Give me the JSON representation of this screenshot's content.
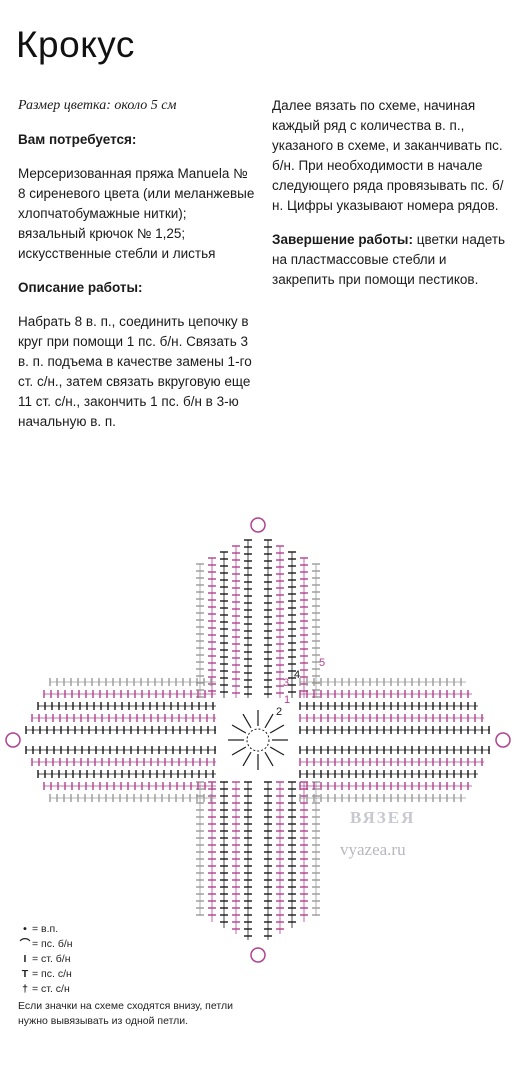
{
  "title": "Крокус",
  "size": "Размер цветка: около 5 см",
  "materials": {
    "heading": "Вам потребуется:",
    "lines": [
      "Мерсеризованная пряжа Manuela",
      "№ 8 сиреневого цвета (или меланжевые хлопчатобумажные нитки);",
      "вязальный крючок № 1,25; искусственные стебли и листья"
    ]
  },
  "description": {
    "heading": "Описание работы:",
    "text": "Набрать 8 в. п., соединить цепочку в круг при помощи 1 пс. б/н. Связать 3 в. п. подъема в качестве замены 1-го ст. с/н., затем связать вкруговую еще 11 ст. с/н., закончить 1 пс. б/н в 3-ю начальную в. п."
  },
  "continuation": "Далее вязать по схеме, начиная каждый ряд с количества в. п., указаного в схеме, и заканчивать пс. б/н. При необходимости в начале следующего ряда провязывать пс. б/н. Цифры указывают номера рядов.",
  "finishing": {
    "heading": "Завершение работы:",
    "text": "цветки надеть на пластмассовые стебли и закрепить при помощи пестиков."
  },
  "diagram": {
    "row_numbers": [
      "1",
      "2",
      "3",
      "4",
      "5"
    ],
    "colors": {
      "pink": "#b0428f",
      "dark": "#1a1a1a",
      "grey": "#9a9a9a"
    }
  },
  "watermark": {
    "brand": "ВЯЗЕЯ",
    "site": "vyazea.ru"
  },
  "legend": {
    "items": [
      {
        "symbol": "•",
        "label": "= в.п."
      },
      {
        "symbol": "⌒",
        "label": "= пс. б/н"
      },
      {
        "symbol": "I",
        "label": "= ст. б/н"
      },
      {
        "symbol": "T",
        "label": "= пс. с/н"
      },
      {
        "symbol": "†",
        "label": "= ст. с/н"
      }
    ],
    "note": "Если значки на схеме сходятся внизу, петли нужно вывязывать из одной петли."
  }
}
